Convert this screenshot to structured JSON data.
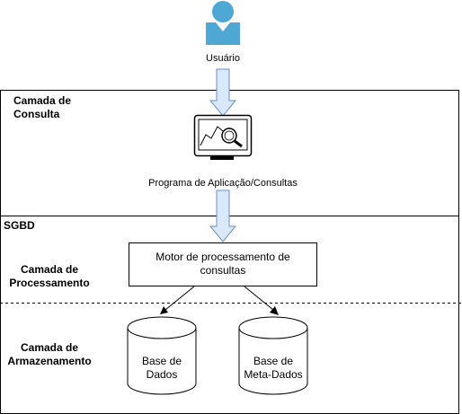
{
  "user": {
    "label": "Usuário"
  },
  "layers": {
    "consulta": "Camada de Consulta",
    "sgbd": "SGBD",
    "processamento": "Camada de Processamento",
    "armazenamento": "Camada de Armazenamento"
  },
  "app": {
    "label": "Programa de Aplicação/Consultas"
  },
  "engine": {
    "label": "Motor de processamento de consultas"
  },
  "db1": {
    "label": "Base de Dados"
  },
  "db2": {
    "label": "Base de Meta-Dados"
  },
  "colors": {
    "user_icon": "#4fa8d4",
    "arrow_fill": "#dae8fc",
    "arrow_stroke": "#6c8ebf",
    "line": "#000000"
  }
}
